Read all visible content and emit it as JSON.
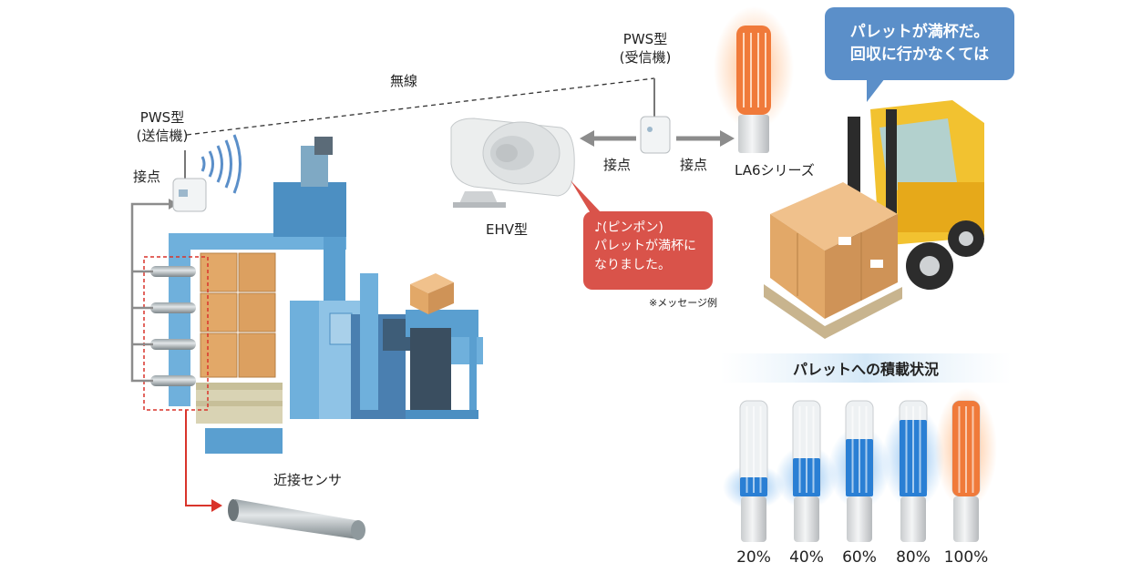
{
  "labels": {
    "wireless": "無線",
    "pws_transmitter": [
      "PWS型",
      "(送信機)"
    ],
    "pws_receiver": [
      "PWS型",
      "(受信機)"
    ],
    "contact_left": "接点",
    "contact_mid_left": "接点",
    "contact_mid_right": "接点",
    "ehv": "EHV型",
    "la6": "LA6シリーズ",
    "proximity_sensor": "近接センサ",
    "message_example": "※メッセージ例"
  },
  "speech_worker": [
    "パレットが満杯だ。",
    "回収に行かなくては"
  ],
  "speech_announce": [
    "♪(ピンポン)",
    "パレットが満杯に",
    "なりました。"
  ],
  "status": {
    "title": "パレットへの積載状況",
    "levels": [
      {
        "label": "20%",
        "fill": 0.2,
        "color": "#2a7fd4"
      },
      {
        "label": "40%",
        "fill": 0.4,
        "color": "#2a7fd4"
      },
      {
        "label": "60%",
        "fill": 0.6,
        "color": "#2a7fd4"
      },
      {
        "label": "80%",
        "fill": 0.8,
        "color": "#2a7fd4"
      },
      {
        "label": "100%",
        "fill": 1.0,
        "color": "#f07a3a"
      }
    ]
  },
  "colors": {
    "machine": "#6fb0dc",
    "box": "#e2a868",
    "bubble_blue": "#5b8fc9",
    "bubble_red": "#d9534a",
    "forklift": "#f2c230",
    "arrow": "#8c8c8c",
    "sensor_arrow": "#d9342b"
  },
  "icons": [
    "wireless-wave-icon",
    "arrow-icon",
    "forklift-icon",
    "horn-speaker-icon",
    "signal-tower-icon"
  ]
}
